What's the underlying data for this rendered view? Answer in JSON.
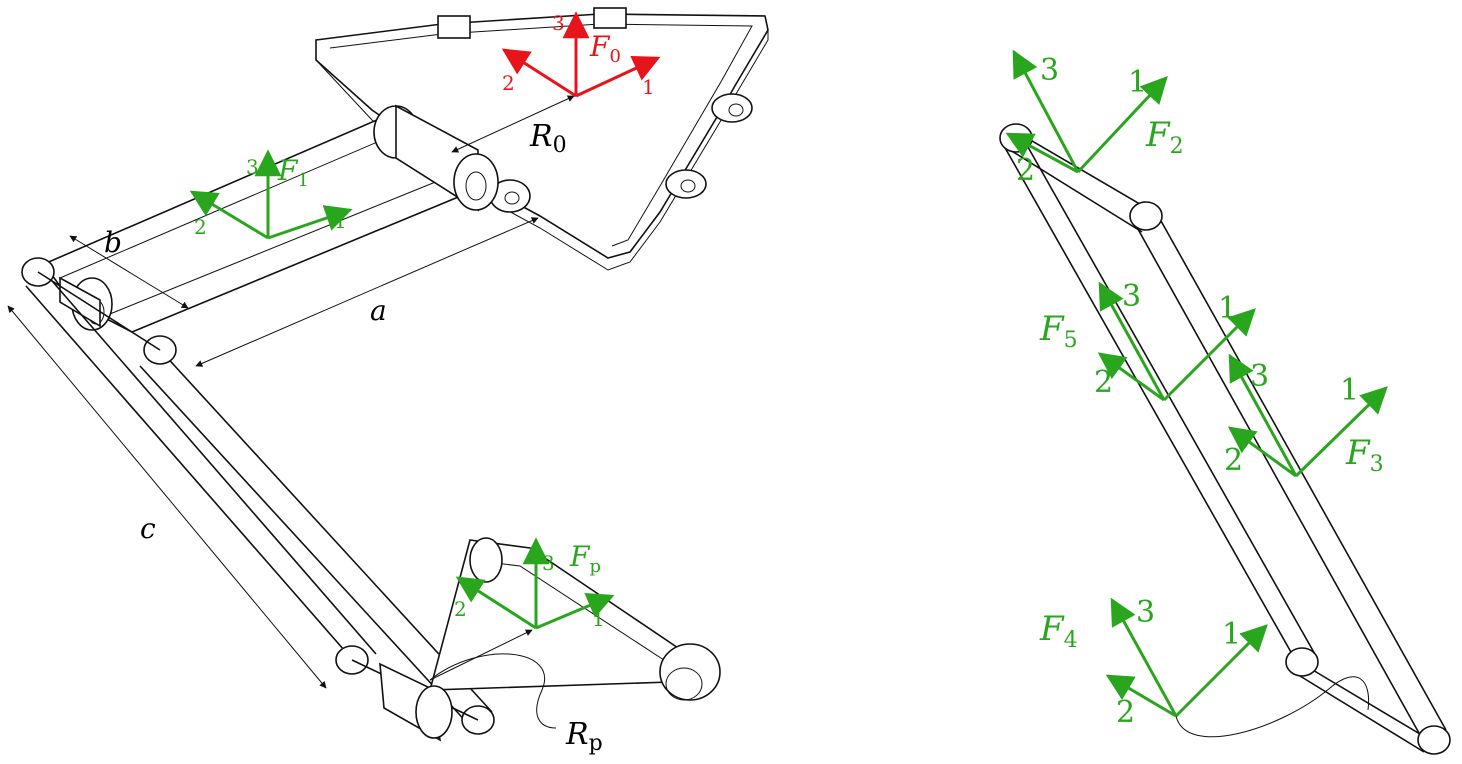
{
  "colors": {
    "frame_red": "#e8141b",
    "frame_green": "#2aa61e",
    "ink": "#111111"
  },
  "dimensions": {
    "a": "a",
    "b": "b",
    "c": "c",
    "R0": "R",
    "R0_sub": "0",
    "Rp": "R",
    "Rp_sub": "p"
  },
  "frames": {
    "F0": {
      "sym": "F",
      "sub": "0",
      "ax1": "1",
      "ax2": "2",
      "ax3": "3"
    },
    "F1": {
      "sym": "F",
      "sub": "1",
      "ax1": "1",
      "ax2": "2",
      "ax3": "3"
    },
    "Fp": {
      "sym": "F",
      "sub": "p",
      "ax1": "1",
      "ax2": "2",
      "ax3": "3"
    },
    "F2": {
      "sym": "F",
      "sub": "2",
      "ax1": "1",
      "ax2": "2",
      "ax3": "3"
    },
    "F3": {
      "sym": "F",
      "sub": "3",
      "ax1": "1",
      "ax2": "2",
      "ax3": "3"
    },
    "F4": {
      "sym": "F",
      "sub": "4",
      "ax1": "1",
      "ax2": "2",
      "ax3": "3"
    },
    "F5": {
      "sym": "F",
      "sub": "5",
      "ax1": "1",
      "ax2": "2",
      "ax3": "3"
    }
  }
}
